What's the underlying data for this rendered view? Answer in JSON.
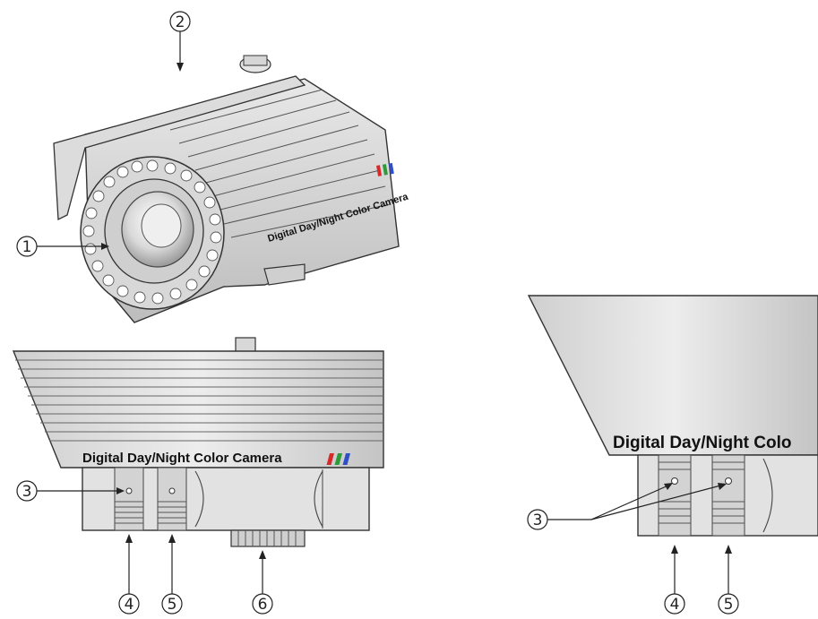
{
  "callouts": {
    "c1": "1",
    "c2": "2",
    "c3a": "3",
    "c4a": "4",
    "c5a": "5",
    "c6": "6",
    "c3b": "3",
    "c4b": "4",
    "c5b": "5"
  },
  "labels": {
    "angled_label": "Digital Day/Night Color Camera",
    "side_label": "Digital Day/Night Color Camera",
    "closeup_label": "Digital Day/Night Colo"
  },
  "colors": {
    "rgb_red": "#d62a2a",
    "rgb_green": "#2e9a3c",
    "rgb_blue": "#2f4fc8"
  }
}
